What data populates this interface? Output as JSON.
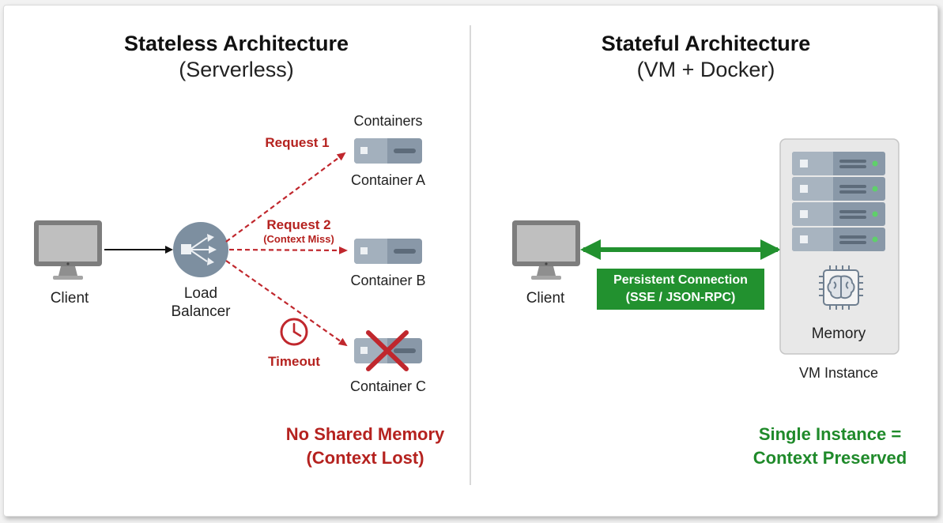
{
  "stateless": {
    "title": "Stateless Architecture",
    "subtitle": "(Serverless)",
    "client_label": "Client",
    "load_balancer_label_1": "Load",
    "load_balancer_label_2": "Balancer",
    "containers_heading": "Containers",
    "request1_label": "Request 1",
    "request2_label": "Request 2",
    "context_miss_label": "(Context Miss)",
    "timeout_label": "Timeout",
    "container_a_label": "Container A",
    "container_b_label": "Container B",
    "container_c_label": "Container C",
    "conclusion_line1": "No Shared Memory",
    "conclusion_line2": "(Context Lost)"
  },
  "stateful": {
    "title": "Stateful Architecture",
    "subtitle": "(VM + Docker)",
    "client_label": "Client",
    "connection_line1": "Persistent Connection",
    "connection_line2": "(SSE / JSON-RPC)",
    "memory_label": "Memory",
    "vm_label": "VM Instance",
    "conclusion_line1": "Single Instance =",
    "conclusion_line2": "Context Preserved"
  },
  "icons": {
    "monitor": "monitor-icon",
    "load_balancer": "load-balancer-icon",
    "container": "container-icon",
    "clock": "clock-icon",
    "failure": "x-mark-icon",
    "server": "server-rack-icon",
    "brain_chip": "brain-chip-icon"
  },
  "colors": {
    "red": "#b5221f",
    "green": "#1f8a2a",
    "green_box": "#22912f",
    "gray_icon": "#8595a5"
  }
}
